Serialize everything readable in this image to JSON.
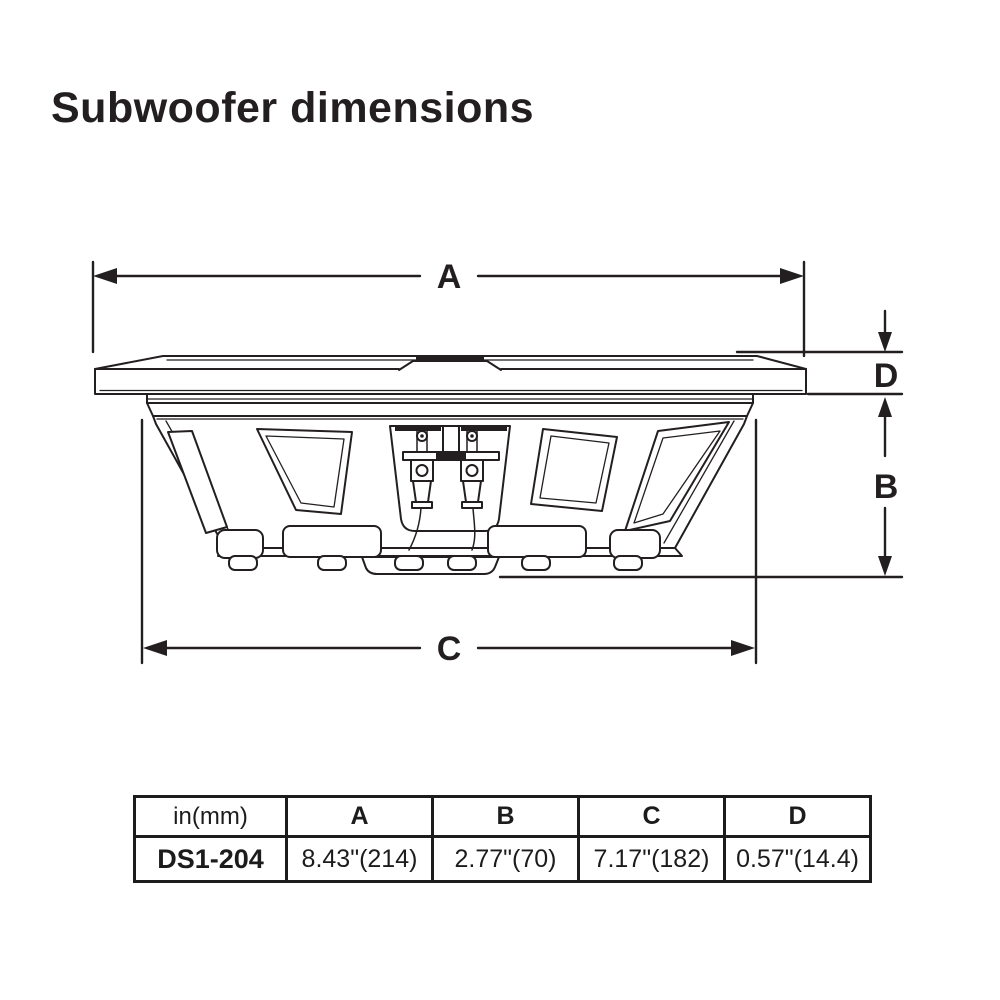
{
  "title": "Subwoofer dimensions",
  "diagram": {
    "dimension_labels": {
      "a": "A",
      "b": "B",
      "c": "C",
      "d": "D"
    }
  },
  "table": {
    "unit_header": "in(mm)",
    "column_headers": [
      "A",
      "B",
      "C",
      "D"
    ],
    "row": {
      "model": "DS1-204",
      "a": "8.43\"(214)",
      "b": "2.77\"(70)",
      "c": "7.17\"(182)",
      "d": "0.57\"(14.4)"
    }
  },
  "colors": {
    "line": "#231f20",
    "background": "#ffffff",
    "text": "#1c1c1c"
  }
}
